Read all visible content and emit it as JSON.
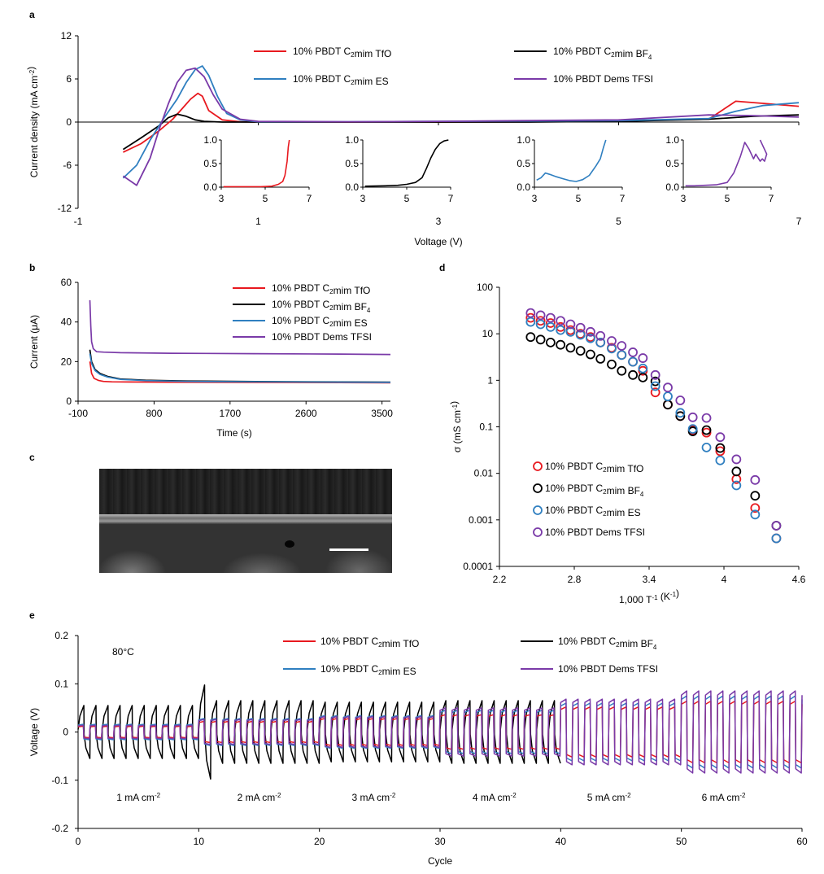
{
  "panel_labels": {
    "a": "a",
    "b": "b",
    "c": "c",
    "d": "d",
    "e": "e"
  },
  "colors": {
    "TfO": "#e8191f",
    "BF4": "#000000",
    "ES": "#2f7fc0",
    "TFSI": "#7a3aa8"
  },
  "legend_entries": [
    {
      "key": "TfO",
      "prefix": "10% PBDT C",
      "sub": "2",
      "suffix": "mim TfO"
    },
    {
      "key": "BF4",
      "prefix": "10% PBDT C",
      "sub": "2",
      "suffix": "mim BF",
      "sub2": "4"
    },
    {
      "key": "ES",
      "prefix": "10% PBDT C",
      "sub": "2",
      "suffix": "mim ES"
    },
    {
      "key": "TFSI",
      "prefix": "10% PBDT Dems TFSI"
    }
  ],
  "chart_data": [
    {
      "id": "a",
      "type": "line",
      "xlabel": "Voltage (V)",
      "ylabel": "Current density (mA cm-2)",
      "xlim": [
        -1,
        7
      ],
      "ylim": [
        -12,
        12
      ],
      "xticks": [
        -1,
        1,
        3,
        5,
        7
      ],
      "yticks": [
        -12,
        -6,
        0,
        6,
        12
      ],
      "legend": "top",
      "series": [
        {
          "key": "TfO",
          "x": [
            -0.5,
            -0.3,
            -0.1,
            0.05,
            0.15,
            0.25,
            0.33,
            0.38,
            0.45,
            0.6,
            0.8,
            1,
            2,
            3,
            4,
            4.5,
            5,
            6,
            6.3,
            6.6,
            7
          ],
          "y": [
            -4.2,
            -3,
            -1.2,
            0.4,
            1.8,
            3.2,
            4,
            3.6,
            1.6,
            0.3,
            0.05,
            0,
            0,
            0,
            0.05,
            0.1,
            0.2,
            0.4,
            2.9,
            2.6,
            2.2
          ]
        },
        {
          "key": "BF4",
          "x": [
            -0.5,
            -0.3,
            -0.1,
            0,
            0.1,
            0.2,
            0.3,
            0.4,
            0.6,
            1,
            2,
            3,
            4,
            5,
            6,
            6.5,
            7
          ],
          "y": [
            -3.8,
            -2.2,
            -0.5,
            0.6,
            1.1,
            0.8,
            0.3,
            0.1,
            0,
            0,
            0,
            0,
            0,
            0.1,
            0.4,
            0.8,
            1
          ]
        },
        {
          "key": "ES",
          "x": [
            -0.5,
            -0.35,
            -0.2,
            -0.05,
            0.1,
            0.2,
            0.3,
            0.38,
            0.45,
            0.55,
            0.65,
            0.8,
            1,
            2,
            3,
            4,
            5,
            6,
            6.3,
            6.6,
            7
          ],
          "y": [
            -7.8,
            -6,
            -2.5,
            0.5,
            3.2,
            5.5,
            7.3,
            7.8,
            6.5,
            3.5,
            1.2,
            0.3,
            0.05,
            0.05,
            0.1,
            0.15,
            0.2,
            0.5,
            1.5,
            2.3,
            2.7
          ]
        },
        {
          "key": "TFSI",
          "x": [
            -0.5,
            -0.35,
            -0.2,
            -0.1,
            0,
            0.1,
            0.2,
            0.3,
            0.4,
            0.5,
            0.6,
            0.8,
            1,
            2,
            3,
            4,
            5,
            6,
            6.5,
            7
          ],
          "y": [
            -7.5,
            -8.8,
            -5,
            -1,
            2.5,
            5.5,
            7.2,
            7.5,
            6.3,
            3.8,
            1.8,
            0.4,
            0.1,
            0.05,
            0.1,
            0.2,
            0.3,
            1,
            0.9,
            0.7
          ]
        }
      ],
      "insets": [
        {
          "key": "TfO",
          "xlim": [
            3,
            7
          ],
          "ylim": [
            0,
            1
          ],
          "xticks": [
            3,
            5,
            7
          ],
          "yticks": [
            "0.0",
            "0.5",
            "1.0"
          ],
          "x": [
            3.1,
            4,
            4.8,
            5.3,
            5.6,
            5.8,
            5.9,
            6,
            6.05,
            6.1
          ],
          "y": [
            0.01,
            0.01,
            0.01,
            0.02,
            0.06,
            0.12,
            0.25,
            0.55,
            0.85,
            1.0
          ]
        },
        {
          "key": "BF4",
          "xlim": [
            3,
            7
          ],
          "ylim": [
            0,
            1
          ],
          "xticks": [
            3,
            5,
            7
          ],
          "yticks": [
            "0.0",
            "0.5",
            "1.0"
          ],
          "x": [
            3.1,
            4,
            4.6,
            5,
            5.4,
            5.7,
            5.9,
            6.1,
            6.3,
            6.5,
            6.7,
            6.9
          ],
          "y": [
            0.02,
            0.03,
            0.04,
            0.06,
            0.1,
            0.2,
            0.4,
            0.62,
            0.8,
            0.92,
            0.98,
            1.0
          ]
        },
        {
          "key": "ES",
          "xlim": [
            3,
            7
          ],
          "ylim": [
            0,
            1
          ],
          "xticks": [
            3,
            5,
            7
          ],
          "yticks": [
            "0.0",
            "0.5",
            "1.0"
          ],
          "x": [
            3.1,
            3.3,
            3.5,
            3.7,
            4,
            4.3,
            4.6,
            4.9,
            5.2,
            5.5,
            5.8,
            6,
            6.15,
            6.25
          ],
          "y": [
            0.15,
            0.2,
            0.3,
            0.27,
            0.22,
            0.18,
            0.14,
            0.12,
            0.16,
            0.25,
            0.45,
            0.6,
            0.85,
            1.0
          ]
        },
        {
          "key": "TFSI",
          "xlim": [
            3,
            7
          ],
          "ylim": [
            0,
            1
          ],
          "xticks": [
            3,
            5,
            7
          ],
          "yticks": [
            "0.0",
            "0.5",
            "1.0"
          ],
          "x": [
            3.1,
            3.5,
            4,
            4.5,
            5,
            5.3,
            5.6,
            5.8,
            6,
            6.2,
            6.3,
            6.5,
            6.6,
            6.7,
            6.8,
            6.6,
            6.5
          ],
          "y": [
            0.03,
            0.03,
            0.04,
            0.05,
            0.1,
            0.3,
            0.65,
            0.95,
            0.8,
            0.6,
            0.7,
            0.55,
            0.6,
            0.55,
            0.7,
            0.9,
            1.0
          ]
        }
      ]
    },
    {
      "id": "b",
      "type": "line",
      "xlabel": "Time (s)",
      "ylabel": "Current (μA)",
      "xlim": [
        -100,
        3600
      ],
      "ylim": [
        0,
        60
      ],
      "xticks": [
        -100,
        800,
        1700,
        2600,
        3500
      ],
      "yticks": [
        0,
        20,
        40,
        60
      ],
      "legend": "top-right",
      "series": [
        {
          "key": "TfO",
          "x": [
            40,
            60,
            90,
            140,
            200,
            300,
            500,
            1000,
            2000,
            3000,
            3600
          ],
          "y": [
            20,
            14,
            11.5,
            10.5,
            10,
            9.8,
            9.7,
            9.6,
            9.5,
            9.4,
            9.3
          ]
        },
        {
          "key": "BF4",
          "x": [
            40,
            60,
            100,
            160,
            250,
            400,
            700,
            1200,
            2000,
            3000,
            3600
          ],
          "y": [
            26,
            20,
            16,
            14,
            12.5,
            11.2,
            10.6,
            10.2,
            9.9,
            9.7,
            9.6
          ]
        },
        {
          "key": "ES",
          "x": [
            40,
            60,
            100,
            160,
            250,
            400,
            700,
            1200,
            2000,
            3000,
            3600
          ],
          "y": [
            24,
            19,
            15.5,
            13.5,
            12.2,
            11,
            10.4,
            10,
            9.8,
            9.6,
            9.5
          ]
        },
        {
          "key": "TFSI",
          "x": [
            40,
            50,
            60,
            80,
            120,
            200,
            400,
            1000,
            2000,
            3000,
            3600
          ],
          "y": [
            51,
            38,
            30,
            26.5,
            25,
            24.8,
            24.5,
            24.2,
            24,
            23.8,
            23.6
          ]
        }
      ]
    },
    {
      "id": "d",
      "type": "scatter",
      "xlabel": "1,000 T-1 (K-1)",
      "ylabel": "σ (mS cm-1)",
      "xlim": [
        2.2,
        4.6
      ],
      "ylim": [
        0.0001,
        100
      ],
      "yscale": "log",
      "xticks": [
        "2.2",
        "2.8",
        "3.4",
        "4",
        "4.6"
      ],
      "yticks": [
        "100",
        "10",
        "1",
        "0.1",
        "0.01",
        "0.001",
        "0.0001"
      ],
      "legend": "bottom-left",
      "x": [
        2.45,
        2.53,
        2.61,
        2.69,
        2.77,
        2.85,
        2.93,
        3.01,
        3.1,
        3.18,
        3.27,
        3.35,
        3.45,
        3.55,
        3.65,
        3.75,
        3.86,
        3.97,
        4.1,
        4.25,
        4.42
      ],
      "series": [
        {
          "key": "TfO",
          "y": [
            22,
            19,
            17,
            14,
            12,
            10,
            8.5,
            6.5,
            5,
            3.5,
            2.5,
            1.6,
            0.55,
            0.3,
            0.17,
            0.085,
            0.075,
            0.03,
            0.0075,
            0.0018,
            0.0004
          ]
        },
        {
          "key": "BF4",
          "y": [
            8.5,
            7.5,
            6.5,
            5.8,
            5,
            4.3,
            3.6,
            2.9,
            2.2,
            1.6,
            1.3,
            1.15,
            0.95,
            0.3,
            0.17,
            0.08,
            0.085,
            0.035,
            0.011,
            0.0033,
            0.00075
          ]
        },
        {
          "key": "ES",
          "y": [
            18,
            16,
            14,
            12,
            11,
            9.5,
            8,
            6.5,
            4.8,
            3.5,
            2.5,
            1.8,
            0.75,
            0.45,
            0.2,
            0.09,
            0.036,
            0.019,
            0.0055,
            0.0013,
            0.0004
          ]
        },
        {
          "key": "TFSI",
          "y": [
            28,
            25,
            22,
            19,
            16,
            13.5,
            11,
            9,
            7,
            5.5,
            4,
            3,
            1.3,
            0.7,
            0.37,
            0.16,
            0.155,
            0.06,
            0.02,
            0.0072,
            0.00075
          ]
        }
      ]
    },
    {
      "id": "e",
      "type": "line",
      "xlabel": "Cycle",
      "ylabel": "Voltage (V)",
      "xlim": [
        0,
        60
      ],
      "ylim": [
        -0.2,
        0.2
      ],
      "xticks": [
        0,
        10,
        20,
        30,
        40,
        50,
        60
      ],
      "yticks": [
        "0.2",
        "0.1",
        "0",
        "-0.1",
        "-0.2"
      ],
      "legend": "top",
      "temperature_label": "80°C",
      "current_labels": [
        {
          "x": 5,
          "text": "1 mA cm-2"
        },
        {
          "x": 15,
          "text": "2 mA cm-2"
        },
        {
          "x": 24.5,
          "text": "3 mA cm-2"
        },
        {
          "x": 34.5,
          "text": "4 mA cm-2"
        },
        {
          "x": 44,
          "text": "5 mA cm-2"
        },
        {
          "x": 53.5,
          "text": "6 mA cm-2"
        }
      ],
      "segments": [
        {
          "from": 0,
          "to": 10,
          "TfO": 0.012,
          "ES": 0.016,
          "TFSI": 0.014,
          "BF4": 0.055
        },
        {
          "from": 10,
          "to": 20,
          "TfO": 0.022,
          "ES": 0.028,
          "TFSI": 0.026,
          "BF4": 0.065
        },
        {
          "from": 20,
          "to": 30,
          "TfO": 0.028,
          "ES": 0.034,
          "TFSI": 0.032,
          "BF4": 0.062
        },
        {
          "from": 30,
          "to": 40,
          "TfO": 0.036,
          "ES": 0.045,
          "TFSI": 0.05,
          "BF4": 0.065
        },
        {
          "from": 40,
          "to": 50,
          "TfO": 0.052,
          "ES": 0.06,
          "TFSI": 0.068,
          "BF4": null
        },
        {
          "from": 50,
          "to": 60,
          "TfO": 0.064,
          "ES": 0.075,
          "TFSI": 0.085,
          "BF4": null
        }
      ],
      "bf4_end_cycle": 43
    }
  ],
  "sem_image": {
    "description_visible": false
  }
}
